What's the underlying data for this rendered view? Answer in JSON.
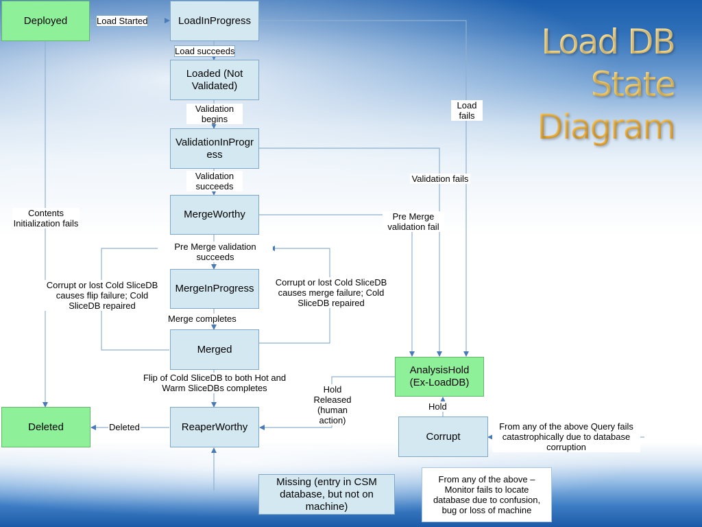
{
  "title_lines": [
    "Load DB",
    "State",
    "Diagram"
  ],
  "states": {
    "deployed": "Deployed",
    "load_in_progress": "LoadInProgress",
    "loaded": "Loaded (Not Validated)",
    "validation_in_progress": "ValidationInProgress",
    "merge_worthy": "MergeWorthy",
    "merge_in_progress": "MergeInProgress",
    "merged": "Merged",
    "reaper_worthy": "ReaperWorthy",
    "deleted": "Deleted",
    "analysis_hold": "AnalysisHold (Ex-LoadDB)",
    "corrupt": "Corrupt",
    "missing": "Missing (entry in CSM database, but not on machine)"
  },
  "transitions": {
    "load_started": "Load Started",
    "load_succeeds": "Load succeeds",
    "validation_begins": "Validation begins",
    "validation_succeeds": "Validation succeeds",
    "pre_merge_validation_succeeds": "Pre Merge validation succeeds",
    "merge_completes": "Merge completes",
    "flip_completes": "Flip of Cold SliceDB to both Hot and Warm SliceDBs completes",
    "deleted": "Deleted",
    "contents_init_fails": "Contents Initialization fails",
    "flip_failure": "Corrupt or lost Cold SliceDB causes flip failure; Cold SliceDB repaired",
    "merge_failure": "Corrupt or lost Cold SliceDB causes merge failure; Cold SliceDB repaired",
    "load_fails": "Load fails",
    "validation_fails": "Validation fails",
    "pre_merge_validation_fail": "Pre Merge validation fail",
    "hold_released": "Hold Released (human action)",
    "hold": "Hold",
    "query_fails": "From any of the above Query fails catastrophically due to database corruption",
    "monitor_fails": "From any of the above – Monitor fails to locate database due to confusion, bug or loss of machine"
  }
}
